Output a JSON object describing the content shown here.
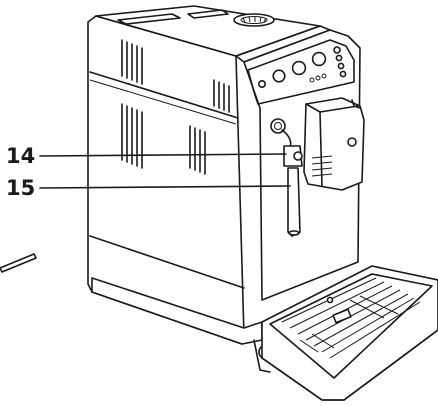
{
  "callouts": [
    {
      "label": "14",
      "part": "steam-wand-knob"
    },
    {
      "label": "15",
      "part": "steam-wand-nozzle"
    }
  ],
  "colors": {
    "line": "#1a1a1a",
    "background": "#ffffff"
  }
}
